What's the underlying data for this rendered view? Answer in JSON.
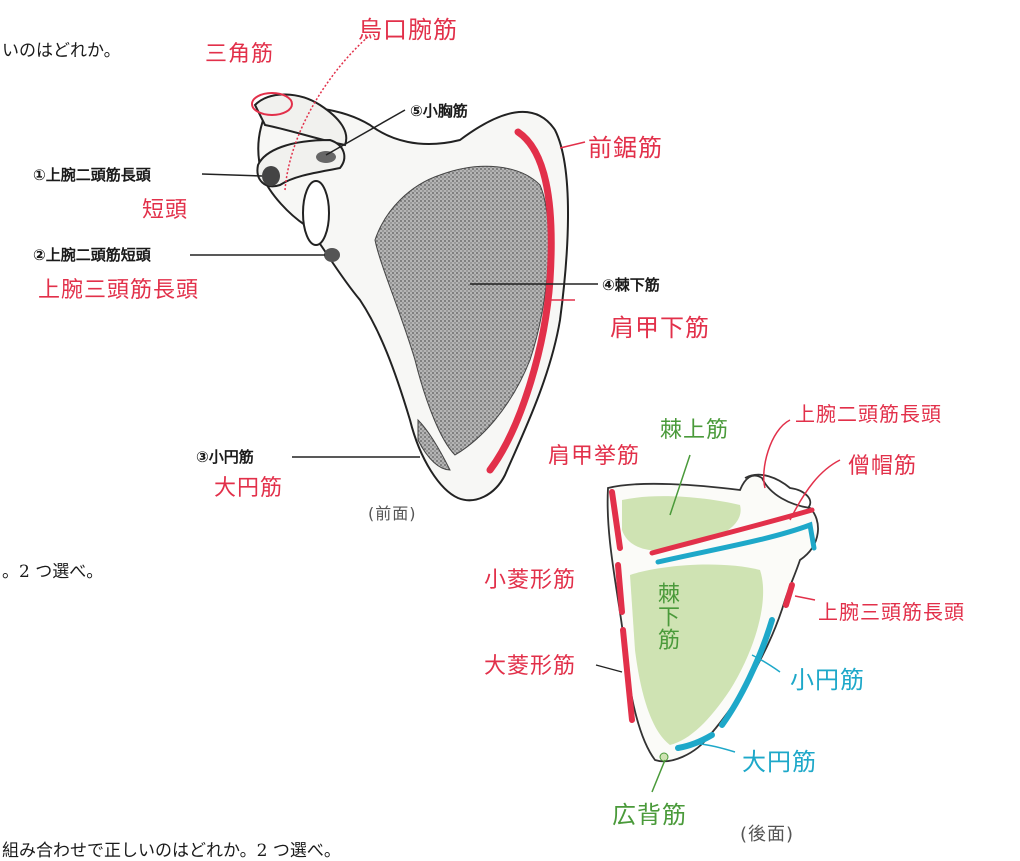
{
  "question_text": {
    "line1_fragment": "いのはどれか。",
    "line2_fragment": "。2 つ選べ。",
    "line3_fragment": "組み合わせで正しいのはどれか。2 つ選べ。"
  },
  "printed_labels": {
    "l1": "①上腕二頭筋長頭",
    "l2": "②上腕二頭筋短頭",
    "l3": "③小円筋",
    "l4": "④棘下筋",
    "l5": "⑤小胸筋"
  },
  "anterior_notes": {
    "sankakukin": "三角筋",
    "uwan_top": "烏口腕筋",
    "zenkyo": "前鋸筋",
    "tankou": "短頭",
    "joran_chotou": "上腕三頭筋長頭",
    "kenkoka": "肩甲下筋",
    "daien": "大円筋",
    "view": "(前面)"
  },
  "posterior_notes": {
    "kyokujo": "棘上筋",
    "kenkokyo": "肩甲挙筋",
    "joran_nitou": "上腕二頭筋長頭",
    "soubou": "僧帽筋",
    "shoryokei": "小菱形筋",
    "kyokka": "棘下筋",
    "joran_santou": "上腕三頭筋長頭",
    "dairyokei": "大菱形筋",
    "shoen": "小円筋",
    "daien": "大円筋",
    "kouhai": "広背筋",
    "view": "(後面)"
  },
  "colors": {
    "annotation_red": "#e2304a",
    "annotation_green": "#4a9a3a",
    "annotation_blue": "#1ea8c9",
    "muscle_green_fill": "#cfe3b3",
    "bone_stipple": "#7d7d7d"
  }
}
